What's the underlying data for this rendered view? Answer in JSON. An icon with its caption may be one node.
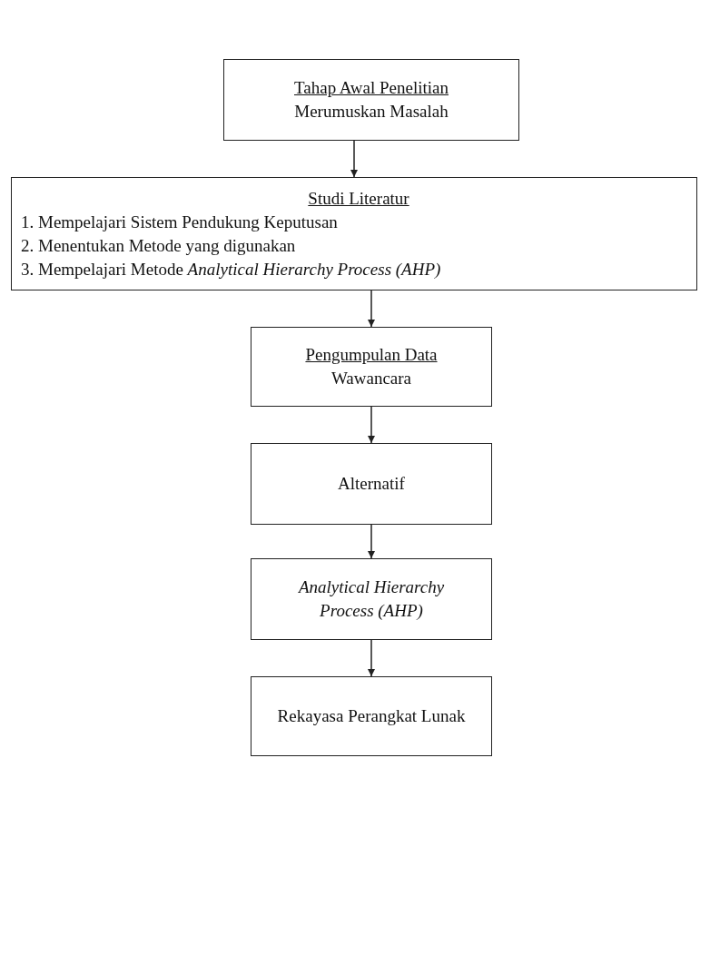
{
  "diagram": {
    "nodes": [
      {
        "text": [
          "Tahap Awal Penelitian",
          "Merumuskan Masalah"
        ]
      },
      {
        "text": [
          "Studi Literatur",
          "1. Mempelajari Sistem Pendukung Keputusan",
          "2. Menentukan Metode yang digunakan",
          "3. Mempelajari Metode *Analytical Hierarchy Process (AHP)*"
        ]
      },
      {
        "text": [
          "Pengumpulan Data",
          "Wawancara"
        ]
      },
      {
        "text": [
          "Alternatif"
        ]
      },
      {
        "text": [
          "Analytical Hierarchy Process (AHP)"
        ]
      },
      {
        "text": [
          "Rekayasa Perangkat Lunak"
        ]
      }
    ],
    "edges": [
      {
        "from": 0,
        "to": 1,
        "arrow": "to"
      },
      {
        "from": 1,
        "to": 2,
        "arrow": "to"
      },
      {
        "from": 2,
        "to": 3,
        "arrow": "to"
      },
      {
        "from": 3,
        "to": 4,
        "arrow": "to"
      },
      {
        "from": 4,
        "to": 5,
        "arrow": "to"
      }
    ]
  }
}
